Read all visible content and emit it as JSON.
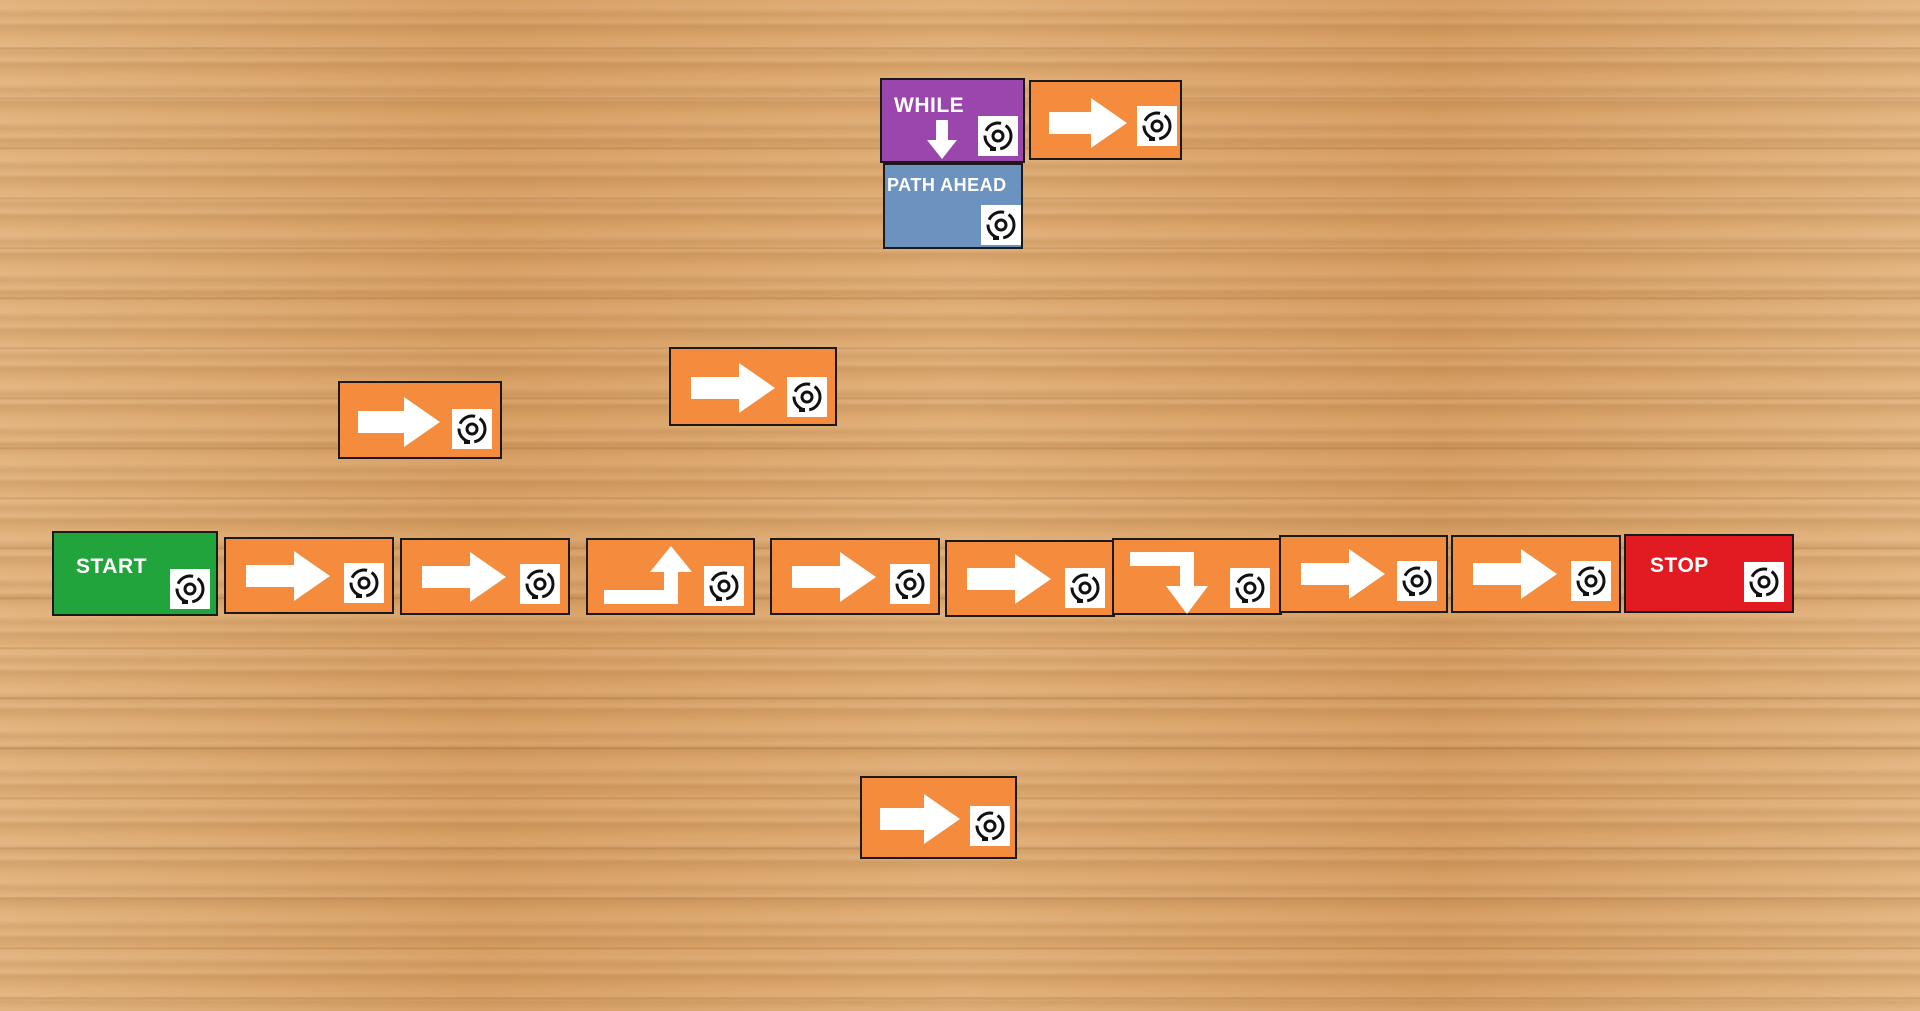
{
  "board": {
    "background": "wood-floor"
  },
  "colors": {
    "move": "#f58b3c",
    "start": "#22a43c",
    "stop": "#e21b23",
    "while": "#9b46ad",
    "condition": "#6c92bf"
  },
  "tiles": {
    "start": {
      "label": "START",
      "icon": "fiducial-marker-icon"
    },
    "stop": {
      "label": "STOP",
      "icon": "fiducial-marker-icon"
    },
    "while": {
      "label": "WHILE",
      "icon": "arrow-down-icon"
    },
    "condition": {
      "label": "PATH AHEAD",
      "icon": "fiducial-marker-icon"
    },
    "move_forward": {
      "icon": "arrow-right-icon"
    },
    "turn_left": {
      "icon": "turn-left-arrow-icon"
    },
    "turn_right": {
      "icon": "turn-right-arrow-icon"
    }
  }
}
